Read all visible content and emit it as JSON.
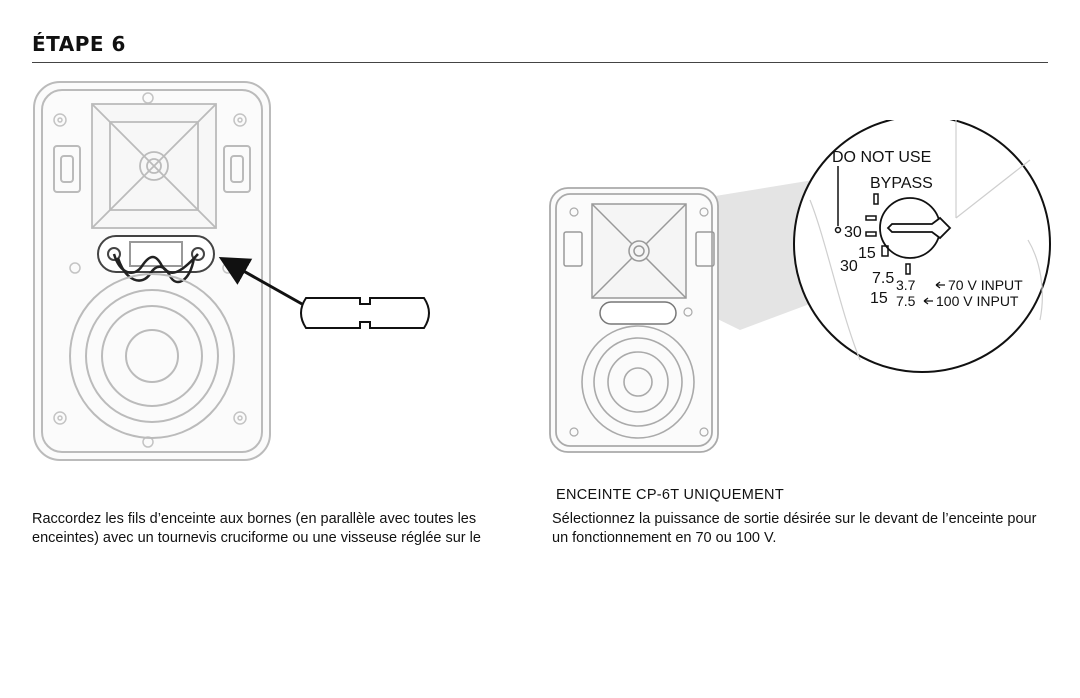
{
  "header": {
    "title": "ÉTAPE 6"
  },
  "left_panel": {
    "caption": "Raccordez les fils d’enceinte aux bornes (en parallèle avec toutes les enceintes) avec un tournevis cruciforme ou une visseuse réglée sur le"
  },
  "right_panel": {
    "subheading": "ENCEINTE CP-6T UNIQUEMENT",
    "caption": "Sélectionnez la puissance de sortie désirée sur le devant de l’enceinte pour un fonctionnement en 70 ou 100 V."
  },
  "selector_callout": {
    "do_not_use": "DO NOT USE",
    "bypass": "BYPASS",
    "tap_30_a": "30",
    "tap_30_b": "30",
    "tap_15_a": "15",
    "tap_15_b": "15",
    "tap_7_5_a": "7.5",
    "tap_7_5_b": "7.5",
    "tap_3_7": "3.7",
    "input_70v": "70 V INPUT",
    "input_100v": "100 V INPUT"
  }
}
